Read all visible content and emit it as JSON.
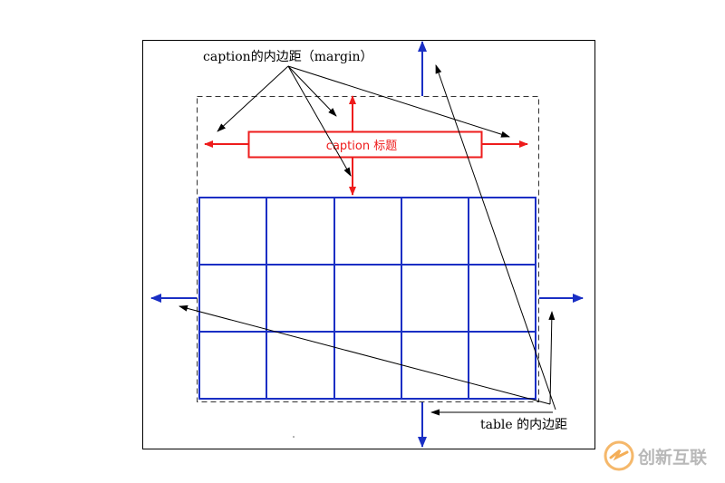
{
  "labels": {
    "caption_margin": "caption的内边距（margin）",
    "caption_title": "caption 标题",
    "table_padding": "table 的内边距"
  },
  "watermark": {
    "text": "创新互联"
  },
  "table_grid": {
    "rows": 3,
    "cols": 5
  },
  "colors": {
    "caption_red": "#ee1c1c",
    "table_blue": "#1a2fc4",
    "annotation": "#000000",
    "frame": "#000000",
    "dashed": "#333333",
    "watermark_orange": "#f2a03a",
    "watermark_gray": "#b8b8b8"
  }
}
